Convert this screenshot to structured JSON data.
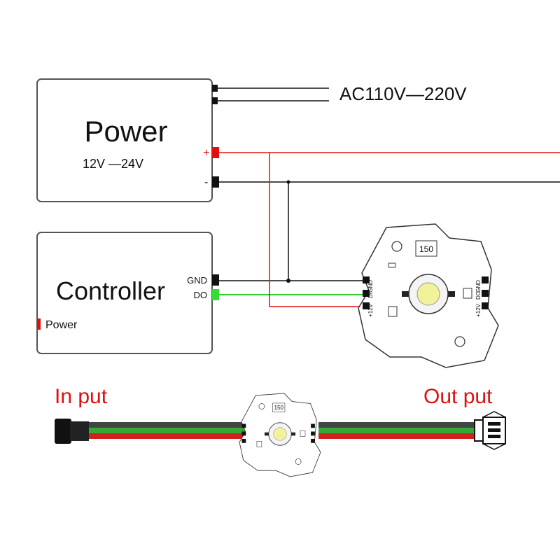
{
  "power": {
    "title": "Power",
    "voltage": "12V —24V",
    "ac_label": "AC110V—220V",
    "plus": "+",
    "minus": "-"
  },
  "controller": {
    "title": "Controller",
    "gnd": "GND",
    "do": "DO",
    "power_label": "Power"
  },
  "led_module": {
    "number": "150",
    "pin_gnd": "GND",
    "pin_di": "DI",
    "pin_12v": "+12V",
    "pin_gnd_out": "GND",
    "pin_do": "DO",
    "pin_12v_out": "+12V"
  },
  "cable": {
    "input_label": "In put",
    "output_label": "Out put"
  },
  "colors": {
    "red_wire": "#e01010",
    "black_wire": "#111111",
    "green_wire": "#33cc33",
    "label_red": "#e01010"
  }
}
